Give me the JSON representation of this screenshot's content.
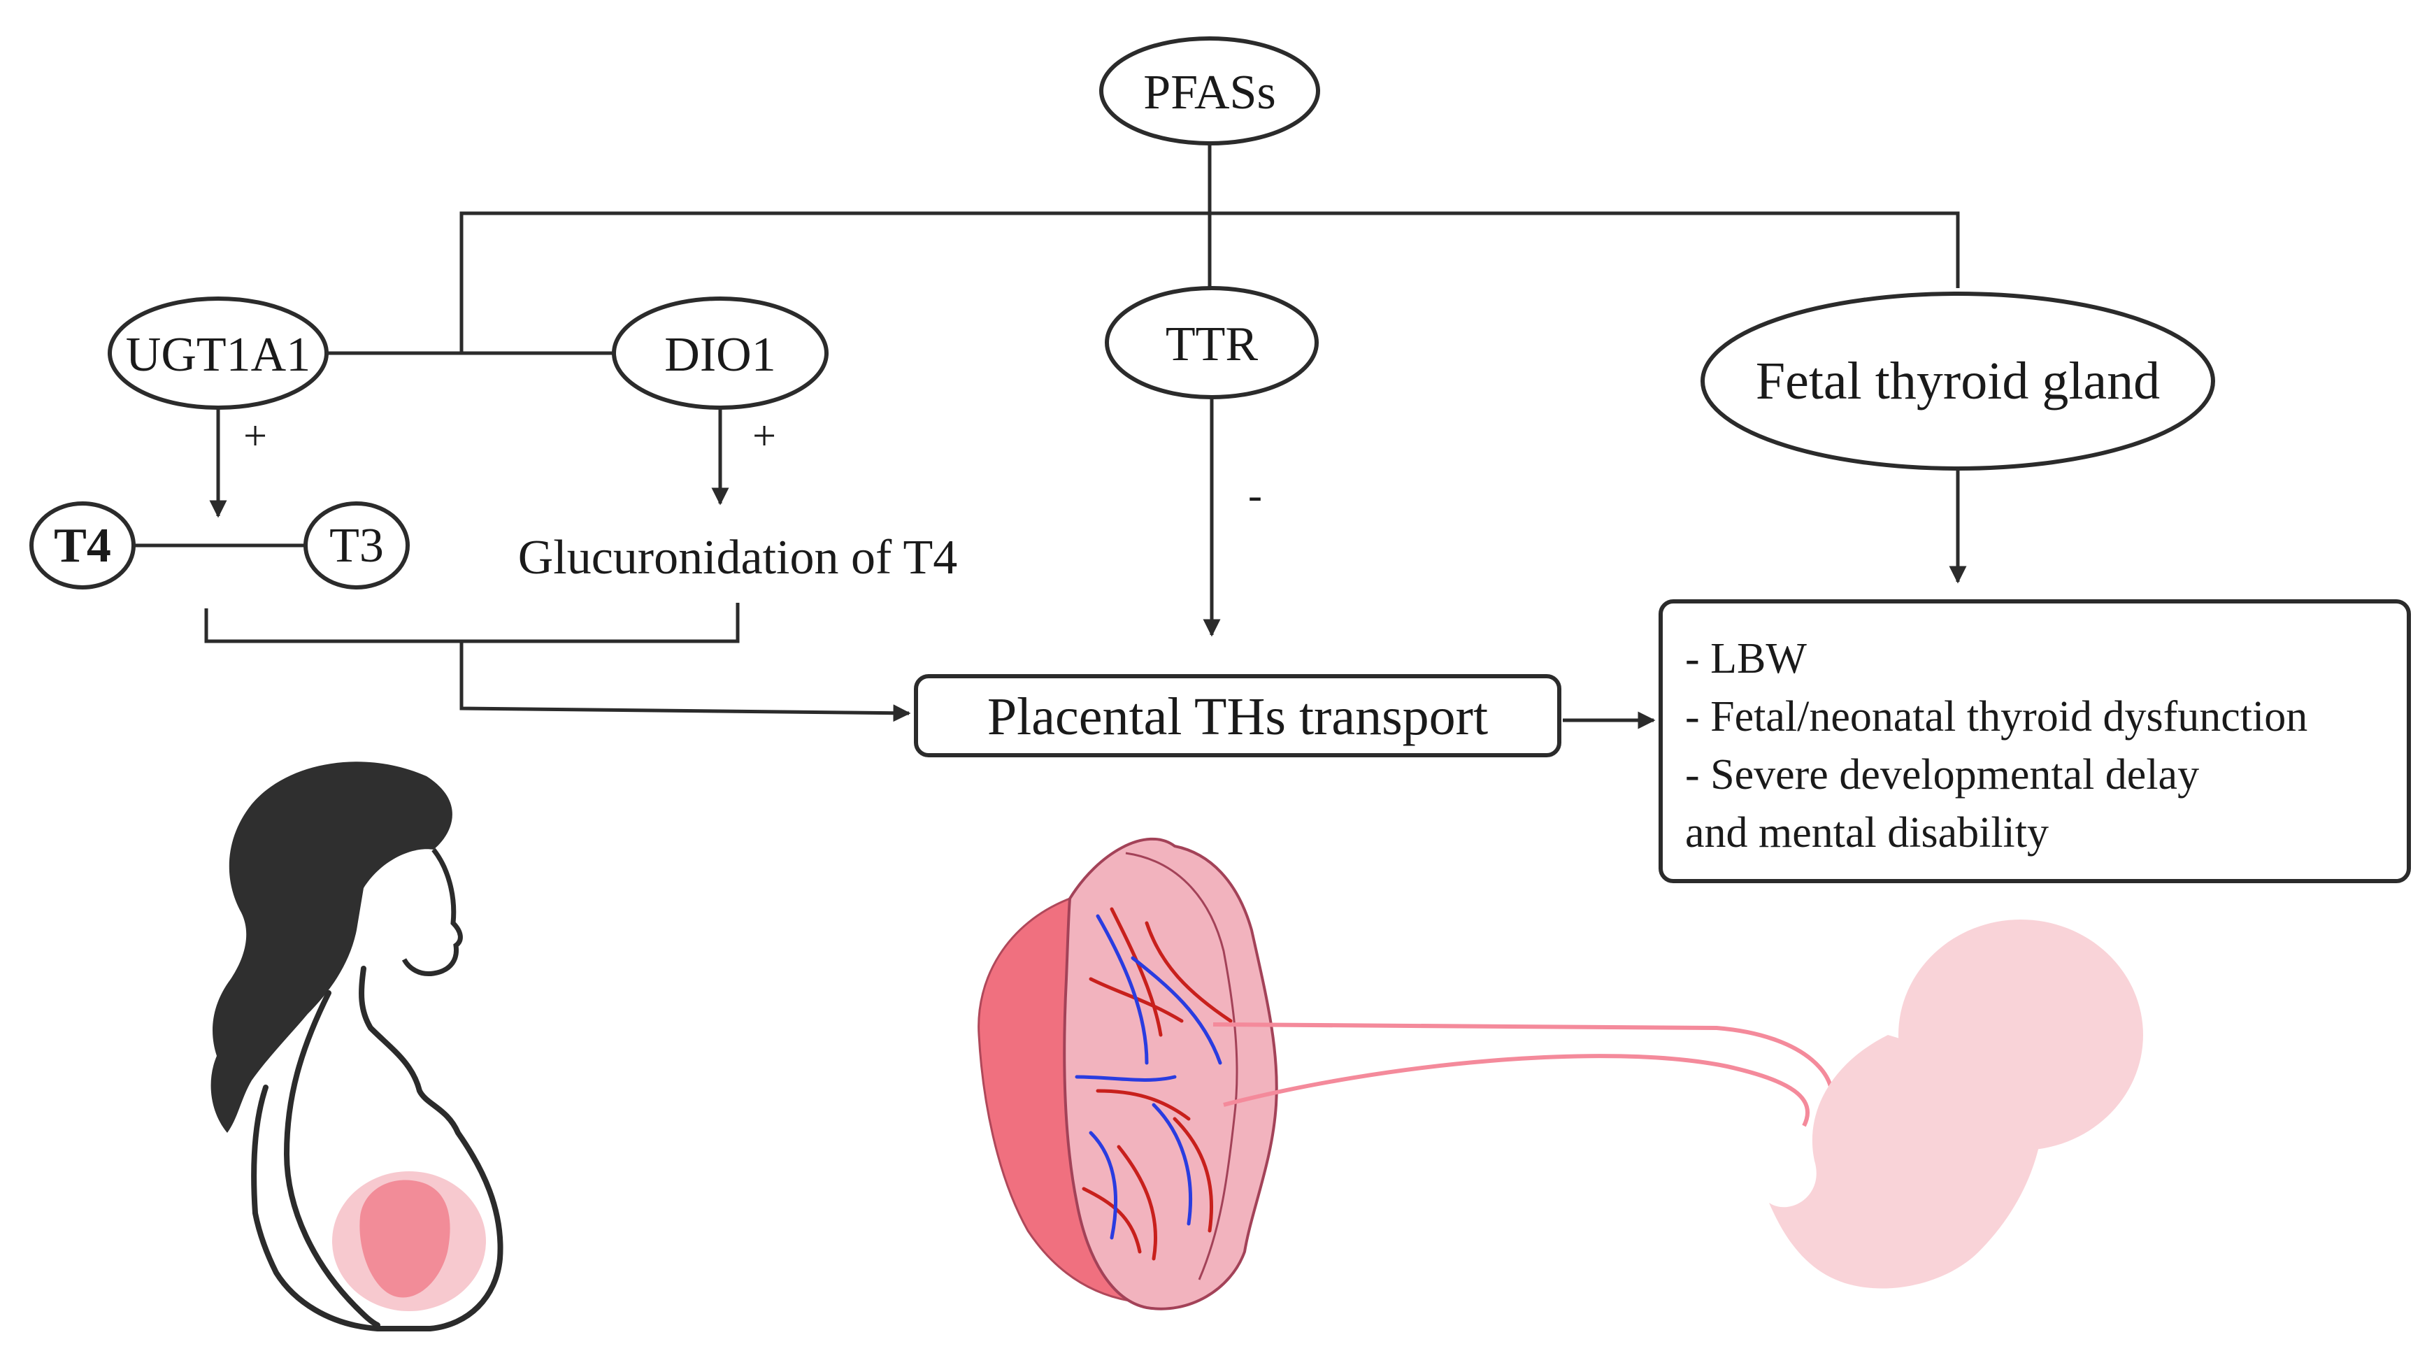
{
  "nodes": {
    "pfas": "PFASs",
    "ugt1a1": "UGT1A1",
    "dio1": "DIO1",
    "ttr": "TTR",
    "fetal_thyroid": "Fetal thyroid gland",
    "t4": "T4",
    "t3": "T3",
    "glucuronidation": "Glucuronidation of T4",
    "placental_transport": "Placental THs transport"
  },
  "signs": {
    "ugt_effect": "+",
    "dio_effect": "+",
    "ttr_effect": "-"
  },
  "outcomes": [
    "- LBW",
    "- Fetal/neonatal thyroid dysfunction",
    "- Severe developmental delay",
    "and mental disability"
  ],
  "colors": {
    "line": "#2b2b2b",
    "hair": "#2f2f2f",
    "uterus_outer": "#f7c9cf",
    "uterus_inner": "#f28c98",
    "placenta_side": "#f0707f",
    "placenta_body": "#f2b3be",
    "artery": "#c8201c",
    "vein": "#2a3ce0",
    "cord": "#f48a9b",
    "fetus": "#f9d3d8"
  }
}
